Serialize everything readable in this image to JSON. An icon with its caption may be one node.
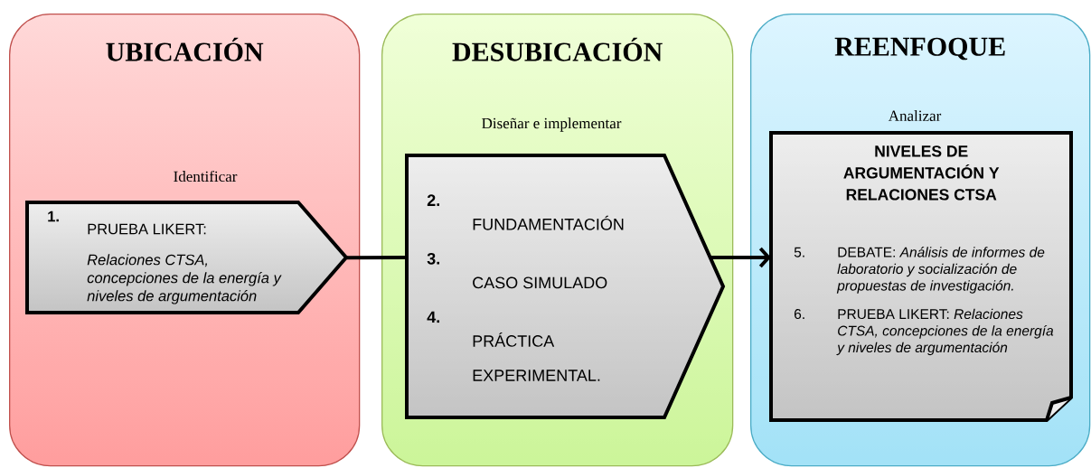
{
  "diagram": {
    "nodes": [
      {
        "text": [
          "UBICACIÓN"
        ]
      },
      {
        "text": [
          "DESUBICACIÓN"
        ]
      },
      {
        "text": [
          "REENFOQUE"
        ]
      },
      {
        "text": [
          "1.",
          "PRUEBA LIKERT:",
          "Relaciones CTSA, concepciones de la energía y niveles de argumentación"
        ],
        "in": 0,
        "beside": [
          "Identificar"
        ]
      },
      {
        "text": [
          "2.",
          "FUNDAMENTACIÓN",
          "3.",
          "CASO SIMULADO",
          "4.",
          "PRÁCTICA EXPERIMENTAL."
        ],
        "in": 1,
        "beside": [
          "Diseñar e implementar"
        ]
      },
      {
        "text": [
          "NIVELES DE ARGUMENTACIÓN Y RELACIONES CTSA",
          "5.",
          "DEBATE: *Análisis de informes de laboratorio y socialización de propuestas de investigación.*",
          "6.",
          "PRUEBA LIKERT: *Relaciones CTSA, concepciones de la energía y niveles de argumentación*"
        ],
        "in": 2,
        "beside": [
          "Analizar"
        ]
      }
    ],
    "edges": [
      {
        "from": 3,
        "to": 4,
        "arrow": "none"
      },
      {
        "from": 4,
        "to": 5,
        "arrow": "to"
      }
    ]
  }
}
